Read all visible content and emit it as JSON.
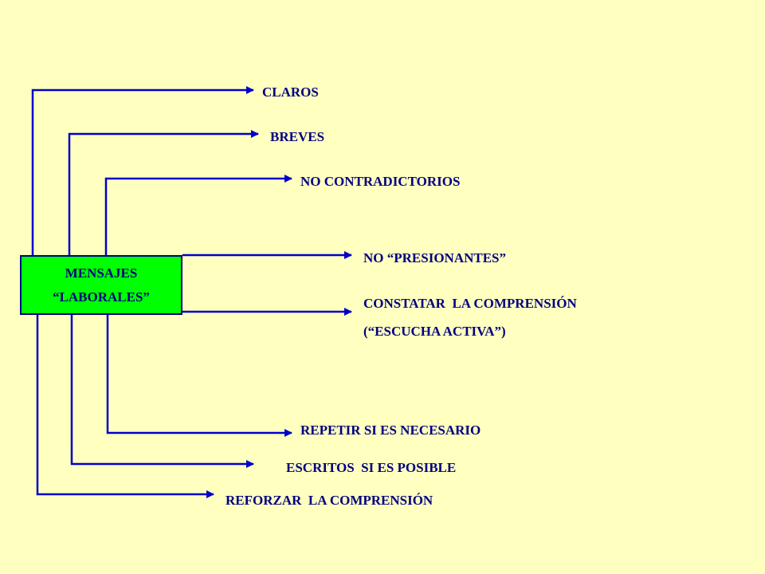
{
  "center": {
    "line1": "MENSAJES",
    "line2": "“LABORALES”"
  },
  "items": [
    {
      "text": "CLAROS"
    },
    {
      "text": "BREVES"
    },
    {
      "text": "NO CONTRADICTORIOS"
    },
    {
      "text": "NO “PRESIONANTES”"
    },
    {
      "text": "CONSTATAR  LA COMPRENSIÓN"
    },
    {
      "text": "(“ESCUCHA ACTIVA”)"
    },
    {
      "text": "REPETIR SI ES NECESARIO"
    },
    {
      "text": "ESCRITOS  SI ES POSIBLE"
    },
    {
      "text": "REFORZAR  LA COMPRENSIÓN"
    }
  ],
  "colors": {
    "background": "#FFFFC0",
    "line": "#0000CC",
    "box": "#00FF00",
    "text": "#000080"
  }
}
